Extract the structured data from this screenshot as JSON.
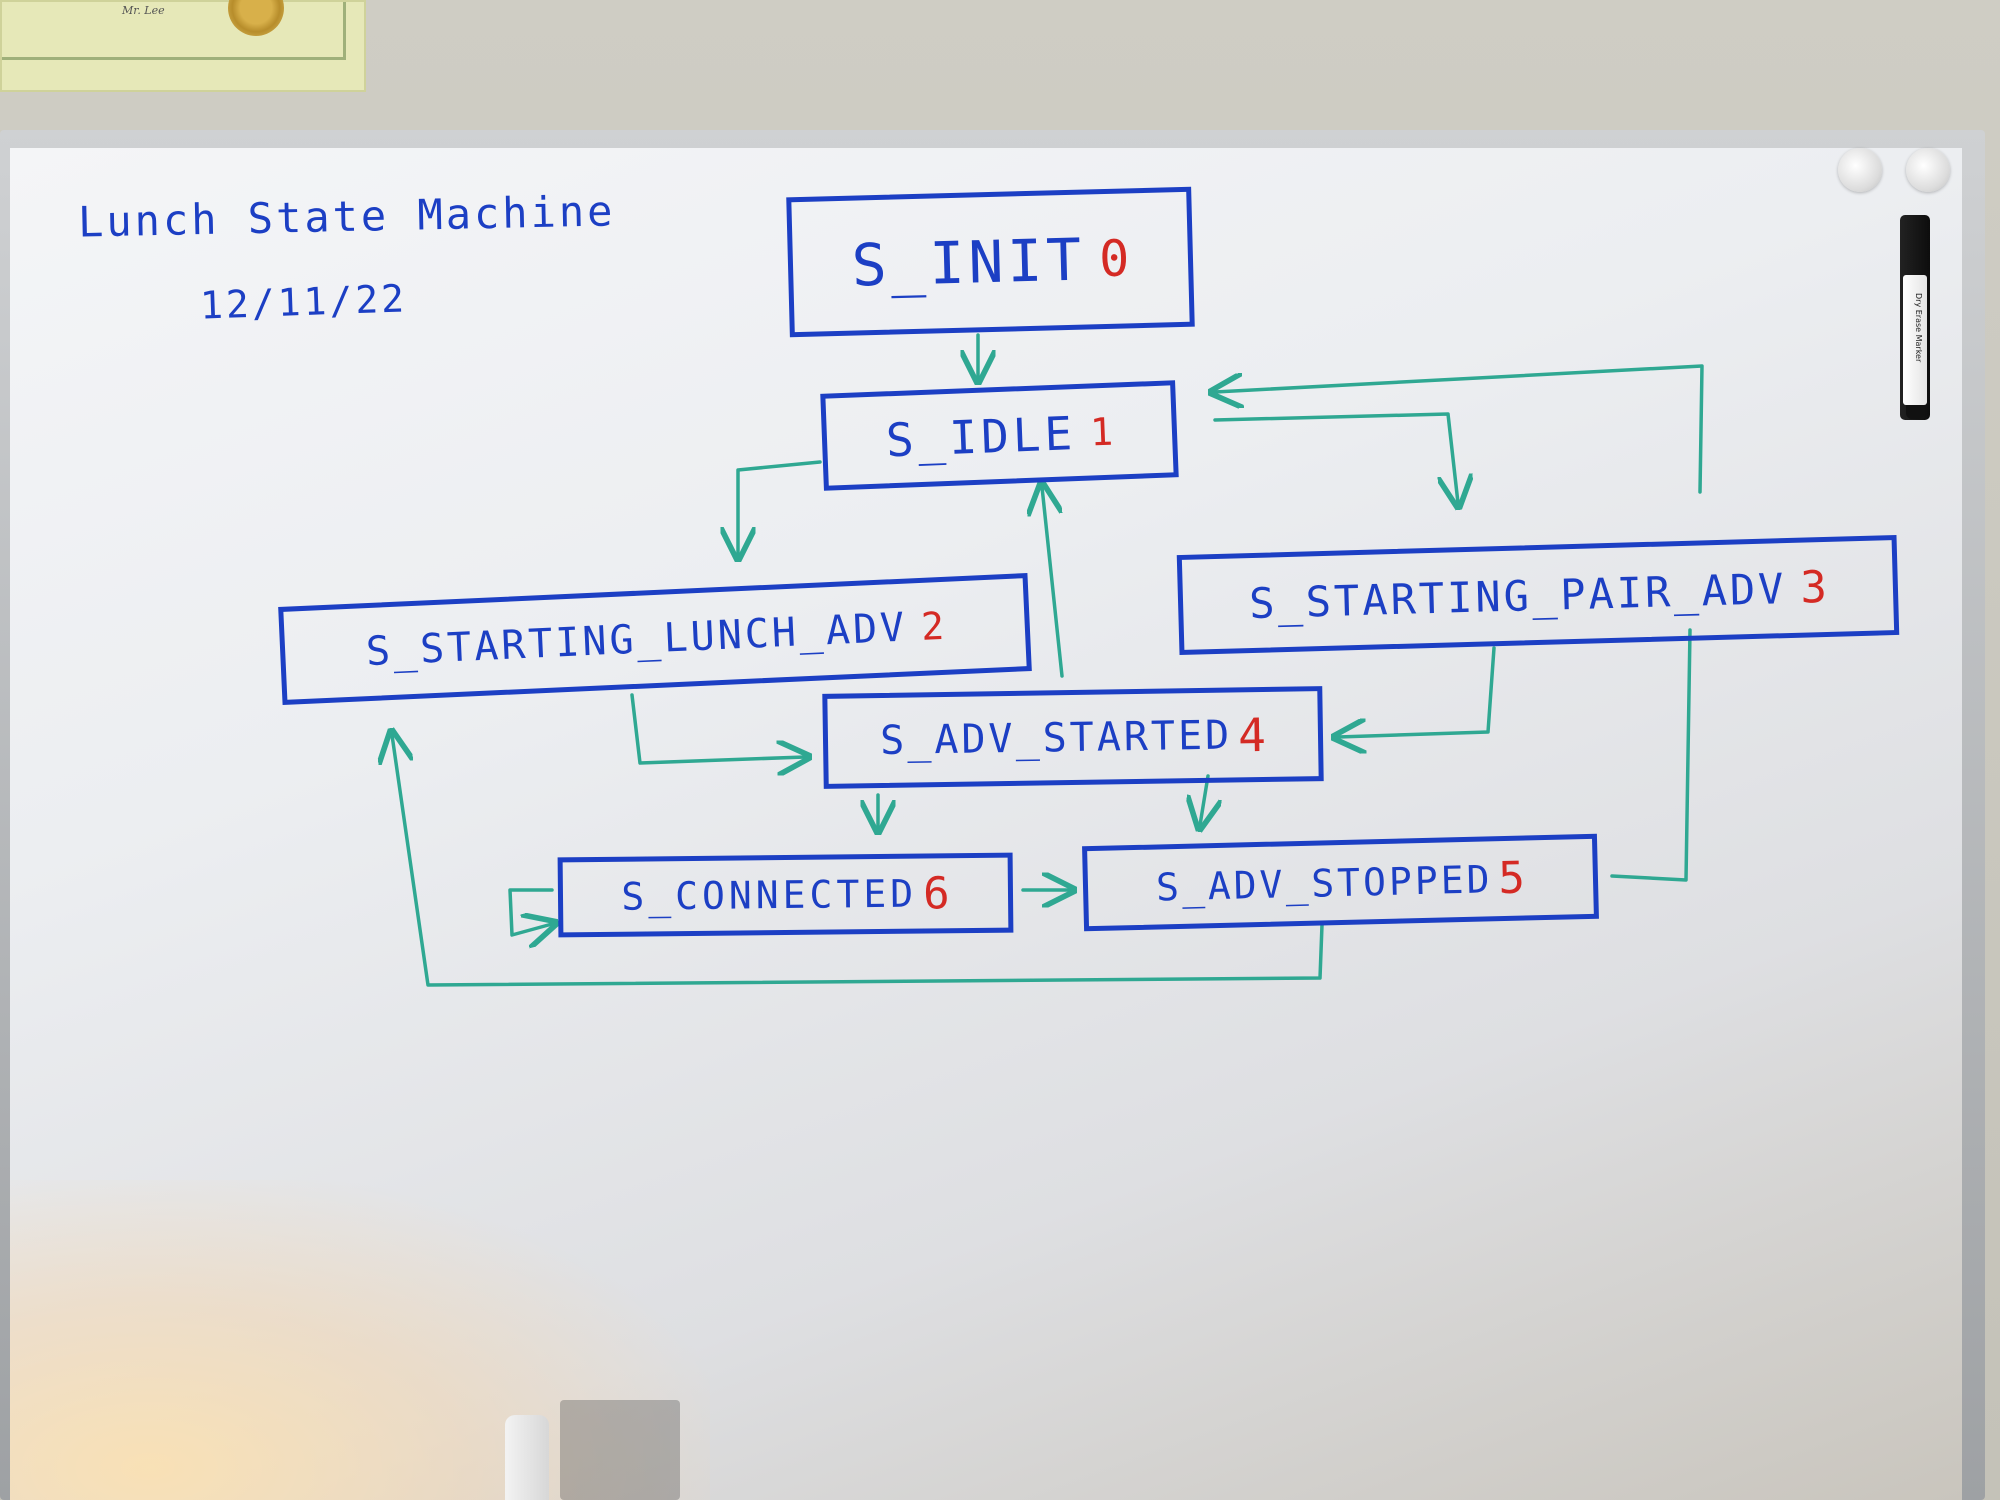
{
  "certificate": {
    "name": "Mr. Lee"
  },
  "board": {
    "title": "Lunch State Machine",
    "date": "12/11/22"
  },
  "marker": {
    "label": "Dry Erase Marker"
  },
  "colors": {
    "ink_blue": "#1c3fc4",
    "ink_red": "#d42a24",
    "ink_teal": "#2fa892"
  },
  "states": [
    {
      "id": "init",
      "label": "S_INIT",
      "number": "0"
    },
    {
      "id": "idle",
      "label": "S_IDLE",
      "number": "1"
    },
    {
      "id": "lunch_adv",
      "label": "S_STARTING_LUNCH_ADV",
      "number": "2"
    },
    {
      "id": "pair_adv",
      "label": "S_STARTING_PAIR_ADV",
      "number": "3"
    },
    {
      "id": "adv_started",
      "label": "S_ADV_STARTED",
      "number": "4"
    },
    {
      "id": "adv_stopped",
      "label": "S_ADV_STOPPED",
      "number": "5"
    },
    {
      "id": "connected",
      "label": "S_CONNECTED",
      "number": "6"
    }
  ],
  "transitions": [
    {
      "from": "S_INIT",
      "to": "S_IDLE"
    },
    {
      "from": "S_IDLE",
      "to": "S_STARTING_LUNCH_ADV"
    },
    {
      "from": "S_IDLE",
      "to": "S_STARTING_PAIR_ADV"
    },
    {
      "from": "S_STARTING_PAIR_ADV",
      "to": "S_IDLE"
    },
    {
      "from": "S_STARTING_LUNCH_ADV",
      "to": "S_ADV_STARTED"
    },
    {
      "from": "S_ADV_STARTED",
      "to": "S_IDLE"
    },
    {
      "from": "S_STARTING_PAIR_ADV",
      "to": "S_ADV_STARTED"
    },
    {
      "from": "S_ADV_STARTED",
      "to": "S_CONNECTED"
    },
    {
      "from": "S_ADV_STARTED",
      "to": "S_ADV_STOPPED"
    },
    {
      "from": "S_CONNECTED",
      "to": "S_ADV_STOPPED"
    },
    {
      "from": "S_CONNECTED",
      "to": "S_CONNECTED"
    },
    {
      "from": "S_ADV_STOPPED",
      "to": "S_STARTING_LUNCH_ADV"
    },
    {
      "from": "S_STARTING_PAIR_ADV",
      "to": "S_ADV_STOPPED"
    }
  ]
}
